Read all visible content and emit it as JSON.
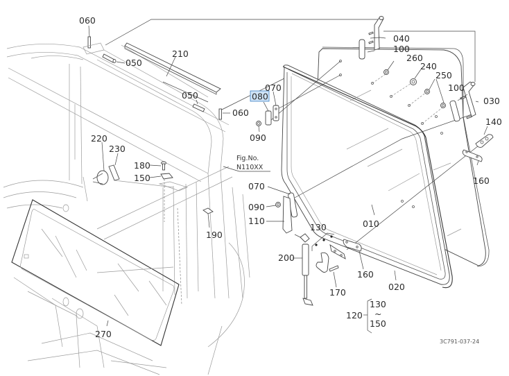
{
  "diagram": {
    "type": "exploded-parts-diagram",
    "figure_ref": {
      "line1": "Fig.No.",
      "line2": "N110XX"
    },
    "drawing_code": "3C791-037-24",
    "highlight_color": "#cfe3f7",
    "highlight_border": "#3d7fc4",
    "selected_part": "080",
    "callouts": {
      "c060a": "060",
      "c210": "210",
      "c050a": "050",
      "c050b": "050",
      "c060b": "060",
      "c080": "080",
      "c070a": "070",
      "c090a": "090",
      "c040": "040",
      "c100a": "100",
      "c260": "260",
      "c240": "240",
      "c250": "250",
      "c100b": "100",
      "c030": "030",
      "c140": "140",
      "c160a": "160",
      "c220": "220",
      "c230": "230",
      "c180": "180",
      "c150": "150",
      "c190": "190",
      "c070b": "070",
      "c090b": "090",
      "c110": "110",
      "c130": "130",
      "c010": "010",
      "c200": "200",
      "c160b": "160",
      "c170": "170",
      "c020": "020",
      "c120": "120",
      "c120_from": "130",
      "c120_tilde": "~",
      "c120_to": "150",
      "c270": "270"
    }
  }
}
